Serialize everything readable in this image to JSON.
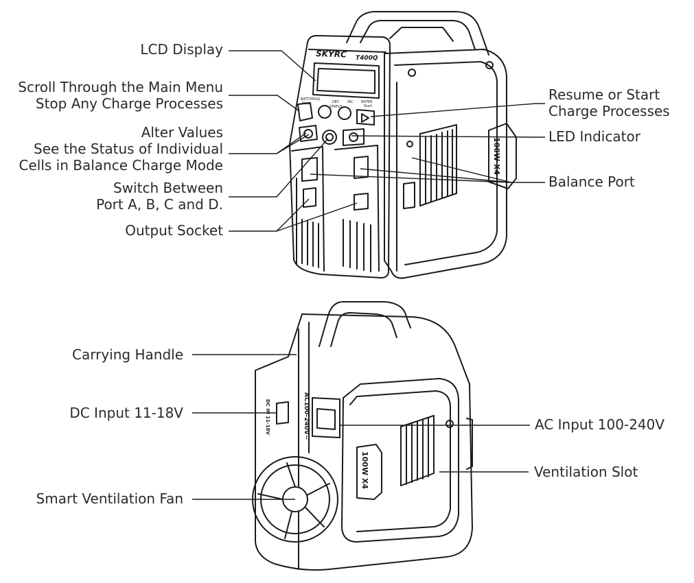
{
  "colors": {
    "stroke": "#1a1a1a",
    "text": "#2a2a2a",
    "background": "#ffffff"
  },
  "device": {
    "brand": "SKYRC",
    "model": "T400Q",
    "buttons": {
      "batt_prog": "BATT/PROG",
      "stop": "Stop",
      "dec": "DEC",
      "status": "STATUS",
      "inc": "INC",
      "enter": "ENTER",
      "start": "Start"
    },
    "back_ac_text": "AC100-240V~",
    "back_dc_text": "DC IN 11-18V",
    "side_badge": "100W X4"
  },
  "callouts": {
    "lcd_display": "LCD Display",
    "scroll_menu": [
      "Scroll Through the Main Menu",
      "Stop Any Charge Processes"
    ],
    "alter_values": [
      "Alter Values",
      "See the Status of Individual",
      "Cells in Balance Charge Mode"
    ],
    "switch_ports": [
      "Switch Between",
      "Port A, B, C and D."
    ],
    "output_socket": "Output Socket",
    "resume_start": [
      "Resume or Start",
      "Charge Processes"
    ],
    "led_indicator": "LED Indicator",
    "balance_port": "Balance Port",
    "carrying_handle": "Carrying Handle",
    "dc_input": "DC Input 11-18V",
    "ac_input": "AC Input 100-240V",
    "ventilation_slot": "Ventilation Slot",
    "smart_fan": "Smart Ventilation Fan"
  }
}
